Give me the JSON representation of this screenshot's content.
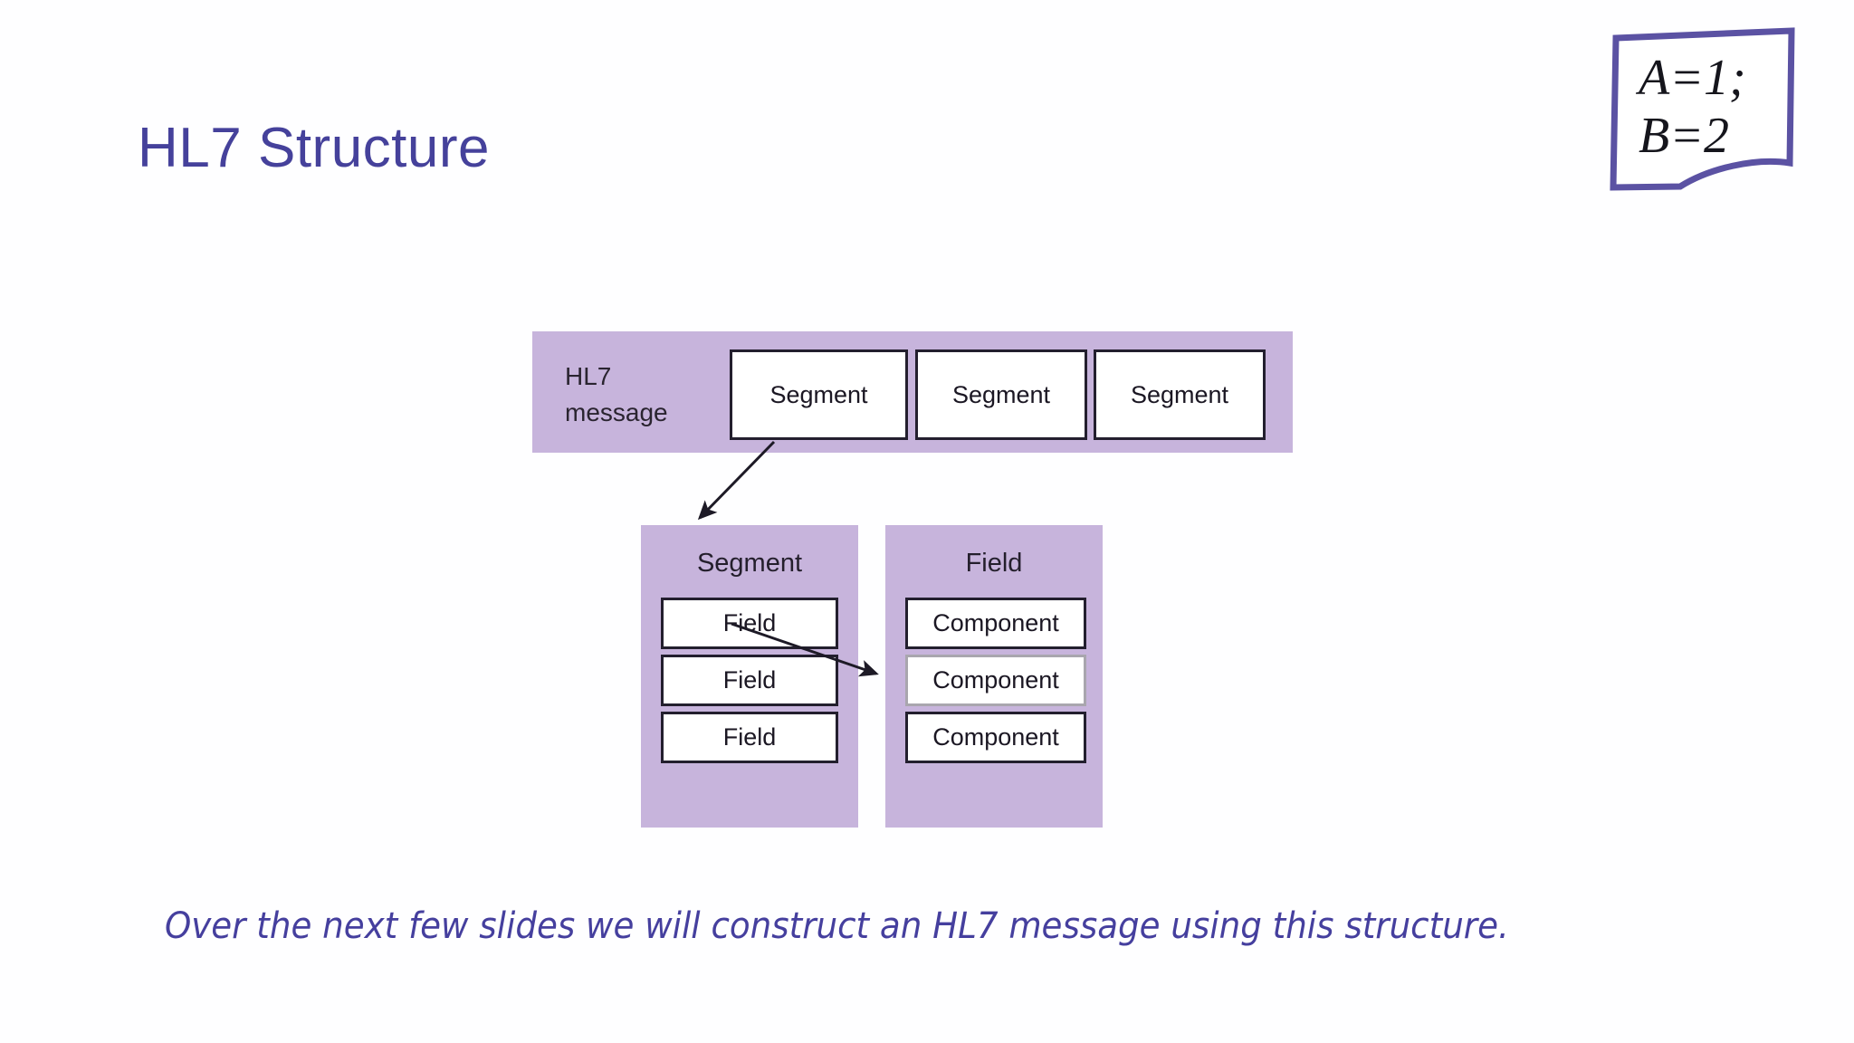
{
  "slide": {
    "title": "HL7 Structure",
    "caption": "Over the next few slides we will construct an HL7 message using this structure.",
    "background_color": "#ffffff",
    "title_color": "#45419b",
    "caption_color": "#453f9e",
    "accent_purple": "#c7b4dc",
    "box_border_color": "#231f2e"
  },
  "logo": {
    "name": "note-page-logo",
    "line1": "A=1;",
    "line2": "B=2",
    "border_color": "#5b52a3"
  },
  "diagram": {
    "message_row": {
      "label": "HL7\nmessage",
      "label_line1": "HL7",
      "label_line2": "message",
      "segments": [
        {
          "label": "Segment"
        },
        {
          "label": "Segment"
        },
        {
          "label": "Segment"
        }
      ]
    },
    "segment_detail": {
      "title": "Segment",
      "fields": [
        {
          "label": "Field",
          "highlighted": false
        },
        {
          "label": "Field",
          "highlighted": false
        },
        {
          "label": "Field",
          "highlighted": false
        }
      ]
    },
    "field_detail": {
      "title": "Field",
      "components": [
        {
          "label": "Component",
          "highlighted": false
        },
        {
          "label": "Component",
          "highlighted": true
        },
        {
          "label": "Component",
          "highlighted": false
        }
      ]
    },
    "arrows": [
      {
        "name": "segment-to-segment-detail",
        "from": "message-segment-1",
        "to": "segment-detail-box"
      },
      {
        "name": "field-to-field-detail",
        "from": "segment-field-1",
        "to": "field-detail-component-2"
      }
    ]
  }
}
